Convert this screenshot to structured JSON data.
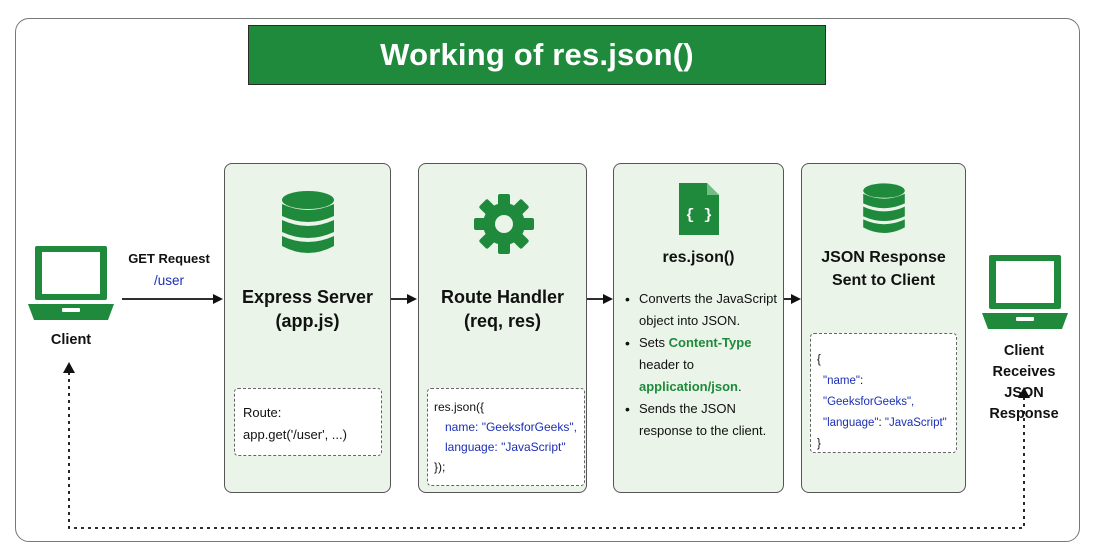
{
  "title": "Working of res.json()",
  "client_left": {
    "label": "Client"
  },
  "request": {
    "method_label": "GET Request",
    "path": "/user"
  },
  "express": {
    "title_line1": "Express Server",
    "title_line2": "(app.js)",
    "code_line1": "Route:",
    "code_line2": "app.get('/user', ...)"
  },
  "route_handler": {
    "title_line1": "Route Handler",
    "title_line2": "(req, res)",
    "code_open": "res.json({",
    "name_key": "name",
    "name_value": "\"GeeksforGeeks\",",
    "lang_key": "language",
    "lang_value": "\"JavaScript\"",
    "code_close": "});"
  },
  "resjson": {
    "title": "res.json()",
    "bullet1": "Converts the JavaScript object into JSON.",
    "bullet2_pre": "Sets ",
    "bullet2_highlight1": "Content-Type",
    "bullet2_mid": " header to ",
    "bullet2_highlight2": "application/json",
    "bullet2_post": ".",
    "bullet3": "Sends the JSON response to the client."
  },
  "json_response": {
    "title_line1": "JSON Response",
    "title_line2": "Sent to Client",
    "open": "{",
    "name_key": "\"name\"",
    "name_value": "\"GeeksforGeeks\",",
    "lang_key": "\"language\"",
    "lang_value": "\"JavaScript\"",
    "close": "}"
  },
  "client_right": {
    "label_line1": "Client Receives",
    "label_line2": "JSON Response"
  },
  "colors": {
    "green": "#1f8a3c",
    "card_bg": "#eaf4e8",
    "blue": "#1a2fb5"
  },
  "icons": [
    "laptop-icon",
    "database-icon",
    "gear-icon",
    "json-file-icon",
    "database-icon",
    "laptop-icon"
  ]
}
